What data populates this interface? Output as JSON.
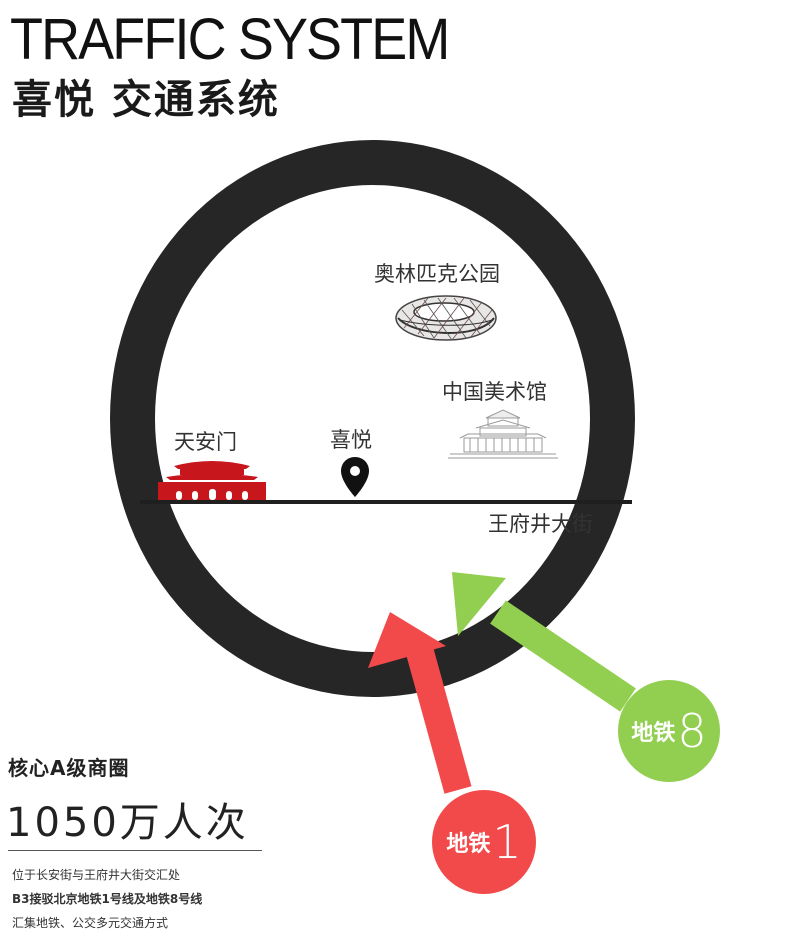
{
  "header": {
    "title_en": "TRAFFIC SYSTEM",
    "title_cn": "喜悦 交通系统"
  },
  "map": {
    "landmarks": {
      "olympic_park": "奥林匹克公园",
      "art_museum": "中国美术馆",
      "tiananmen": "天安门",
      "xiyue": "喜悦"
    },
    "street": "王府井大街",
    "ring_color": "#262626"
  },
  "subway": [
    {
      "label": "地铁",
      "line": "1",
      "color": "#f24a4a"
    },
    {
      "label": "地铁",
      "line": "8",
      "color": "#92cf50"
    }
  ],
  "stats": {
    "label": "核心A级商圈",
    "value": "1050万人次"
  },
  "notes": [
    "位于长安街与王府井大街交汇处",
    "B3接驳北京地铁1号线及地铁8号线",
    "汇集地铁、公交多元交通方式"
  ]
}
